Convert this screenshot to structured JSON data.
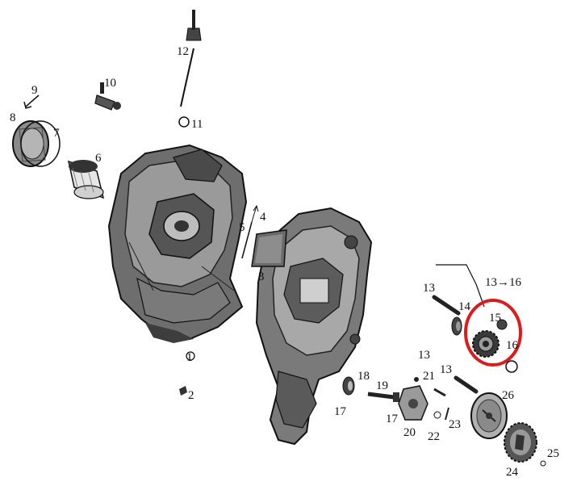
{
  "callouts": {
    "n1": "1",
    "n2": "2",
    "n3": "3",
    "n4": "4",
    "n5": "5",
    "n6": "6",
    "n7": "7",
    "n8": "8",
    "n9": "9",
    "n10": "10",
    "n11": "11",
    "n12": "12",
    "n13a": "13",
    "n13b": "13",
    "n13c": "13",
    "n14": "14",
    "n15": "15",
    "n16": "16",
    "n16ref": "13→16",
    "n17a": "17",
    "n17b": "17",
    "n18": "18",
    "n19": "19",
    "n20": "20",
    "n21": "21",
    "n22": "22",
    "n23": "23",
    "n24": "24",
    "n25": "25",
    "n26": "26"
  },
  "highlight": {
    "color": "#e01919",
    "target_part": "15"
  },
  "colors": {
    "ink": "#1a1a1a",
    "gray_dark": "#555555",
    "gray_mid": "#8a8a8a",
    "gray_light": "#c8c8c8"
  }
}
